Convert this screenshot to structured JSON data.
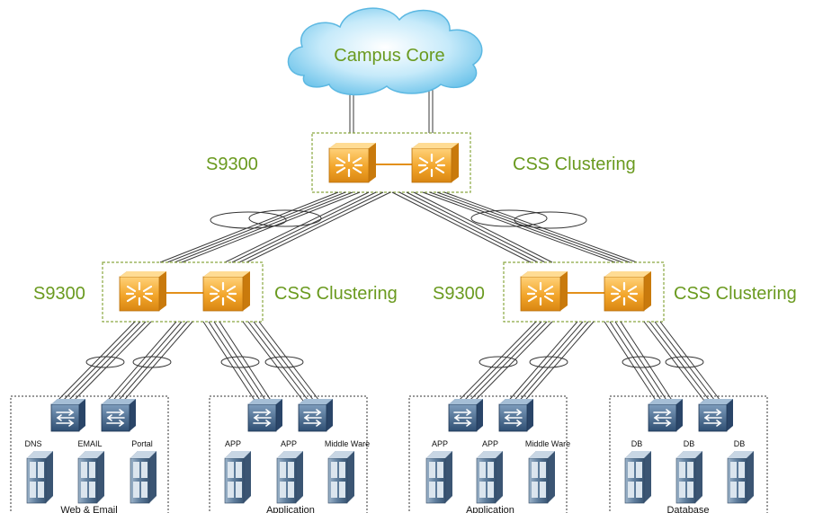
{
  "core": {
    "label": "Campus Core"
  },
  "top": {
    "switch_label": "S9300",
    "cluster_label": "CSS Clustering"
  },
  "left_agg": {
    "switch_label": "S9300",
    "cluster_label": "CSS Clustering"
  },
  "right_agg": {
    "switch_label": "S9300",
    "cluster_label": "CSS Clustering"
  },
  "groups": [
    {
      "label": "Web & Email",
      "servers": [
        "DNS",
        "EMAIL",
        "Portal"
      ]
    },
    {
      "label": "Application",
      "servers": [
        "APP",
        "APP",
        "Middle Ware"
      ]
    },
    {
      "label": "Application",
      "servers": [
        "APP",
        "APP",
        "Middle Ware"
      ]
    },
    {
      "label": "Database",
      "servers": [
        "DB",
        "DB",
        "DB"
      ]
    }
  ],
  "colors": {
    "label_green": "#6a9a1f",
    "switch_orange": "#f0a020",
    "access_switch_blue": "#3d6288",
    "server_blue": "#5f7f9e",
    "cloud_blue": "#8fd3f0"
  },
  "icons": {
    "core_switch": "core-switch-icon",
    "access_switch": "access-switch-icon",
    "server": "server-icon",
    "cloud": "cloud-icon"
  }
}
